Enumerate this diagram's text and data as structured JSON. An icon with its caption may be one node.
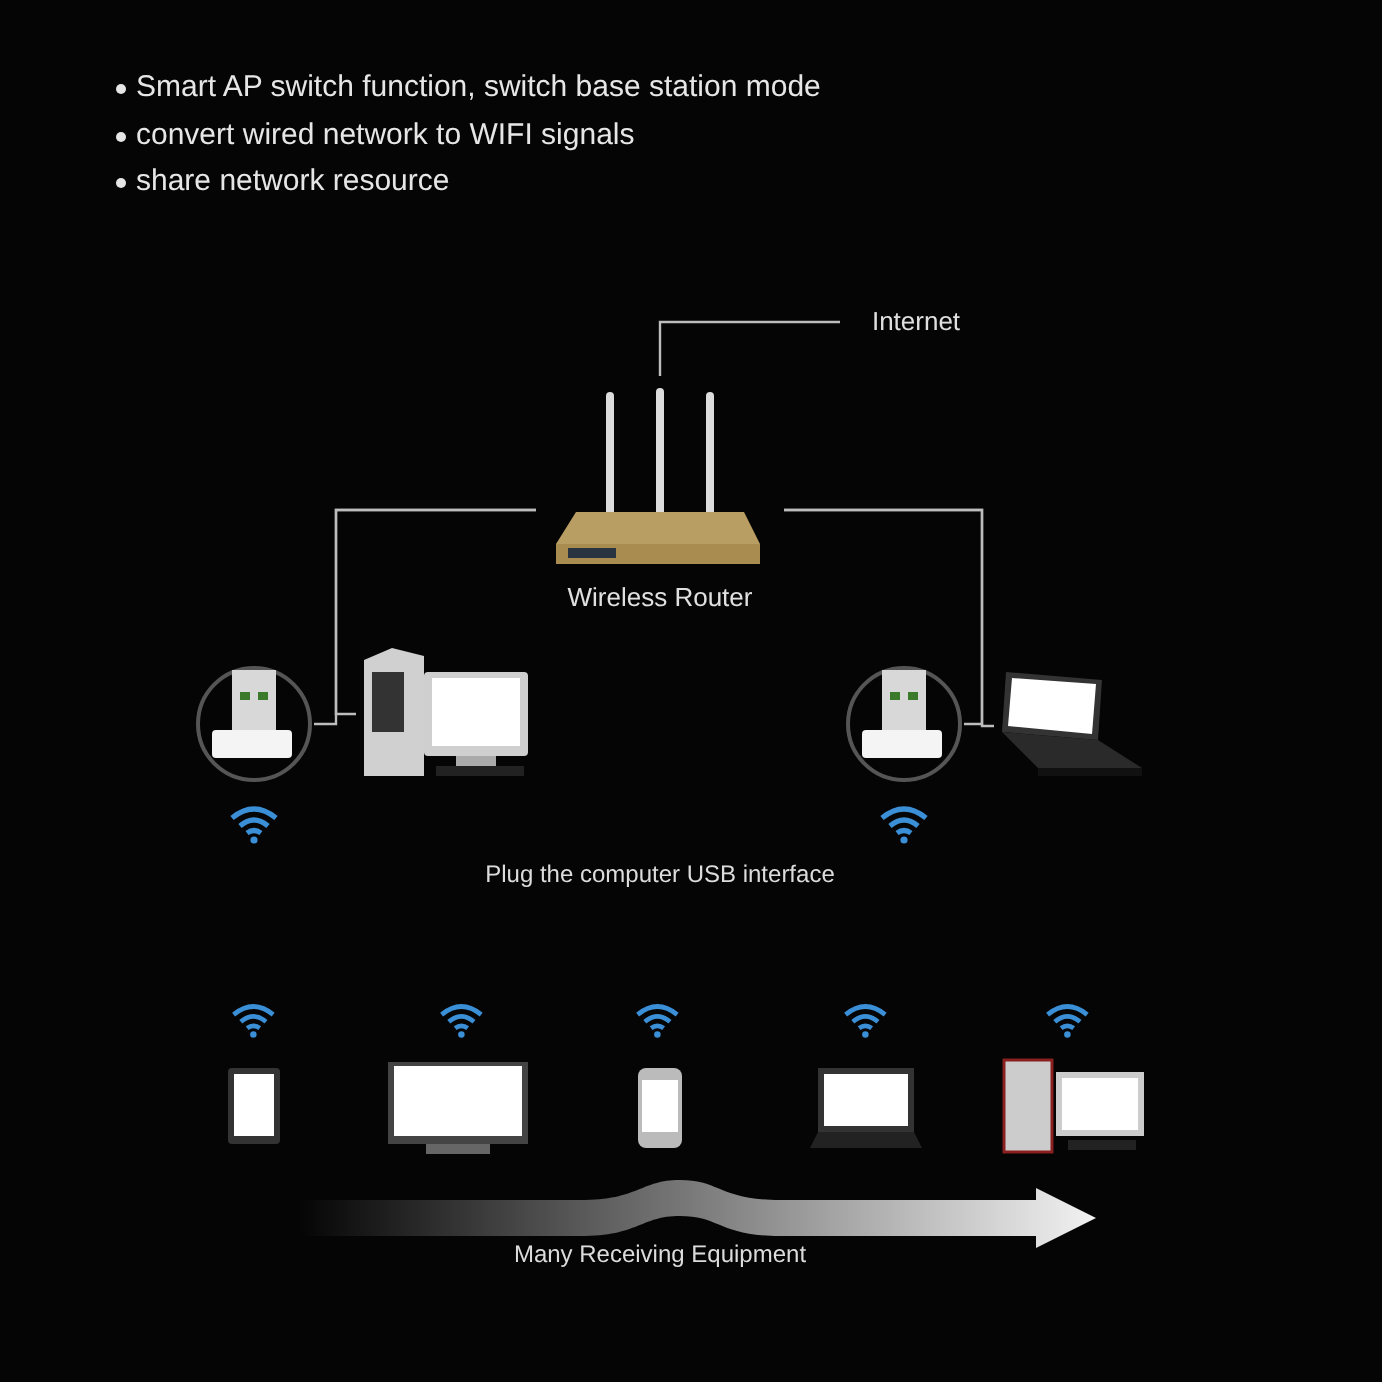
{
  "diagram": {
    "nodes": [
      {
        "text": [
          "Internet"
        ]
      },
      {
        "text": [
          "Wireless Router"
        ]
      },
      {
        "text": [],
        "shape": "picture"
      },
      {
        "text": [],
        "shape": "picture"
      },
      {
        "text": [],
        "shape": "picture"
      },
      {
        "text": [],
        "shape": "picture"
      }
    ],
    "edges": [
      {
        "from": 1,
        "to": 0,
        "arrow": "none"
      },
      {
        "from": 1,
        "to": 2,
        "arrow": "none"
      },
      {
        "from": 1,
        "to": 3,
        "arrow": "none"
      },
      {
        "from": 1,
        "to": 4,
        "arrow": "none"
      },
      {
        "from": 1,
        "to": 5,
        "arrow": "none"
      }
    ],
    "labels": [
      "Smart AP switch function, switch base station mode",
      "convert wired network to WIFI signals",
      "share network resource",
      "Plug the computer USB interface",
      "Many Receiving Equipment"
    ]
  }
}
